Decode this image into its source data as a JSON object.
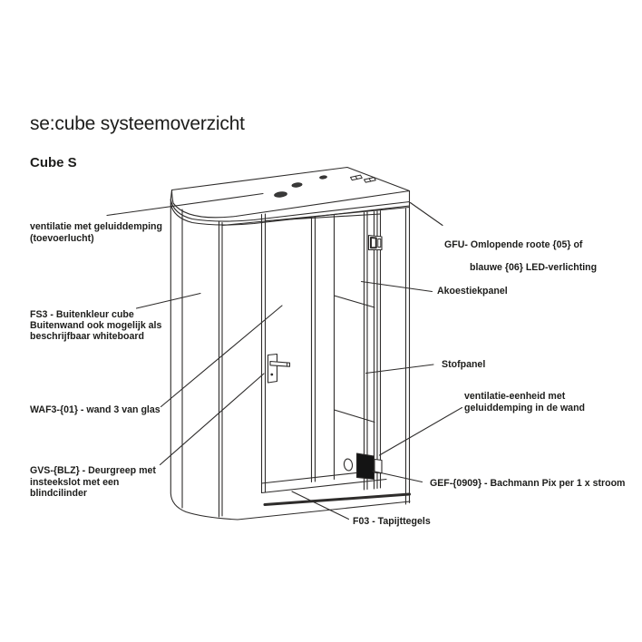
{
  "page": {
    "title": "se:cube systeemoverzicht",
    "subtitle": "Cube S"
  },
  "labels": {
    "ventilatie_toevoer": "ventilatie met geluiddemping\n(toevoerlucht)",
    "fs3": "FS3 - Buitenkleur cube\nBuitenwand ook mogelijk als\nbeschrijfbaar whiteboard",
    "waf3": "WAF3-{01} - wand 3 van glas",
    "gvs": "GVS-{BLZ} - Deurgreep met\ninsteekslot met een\nblindcilinder",
    "gfu_line1": "GFU- Omlopende roote {05} of",
    "gfu_line2": "blauwe {06} LED-verlichting",
    "akoestiekpanel": "Akoestiekpanel",
    "stofpanel": "Stofpanel",
    "vent_eenheid": "ventilatie-eenheid met\ngeluiddemping in de wand",
    "gef": "GEF-{0909} - Bachmann Pix per 1 x stroom",
    "f03": "F03 - Tapijttegels"
  },
  "colors": {
    "line": "#2e2c2b",
    "text": "#1d1d1b",
    "background": "#ffffff",
    "outlet_fill": "#141414"
  }
}
